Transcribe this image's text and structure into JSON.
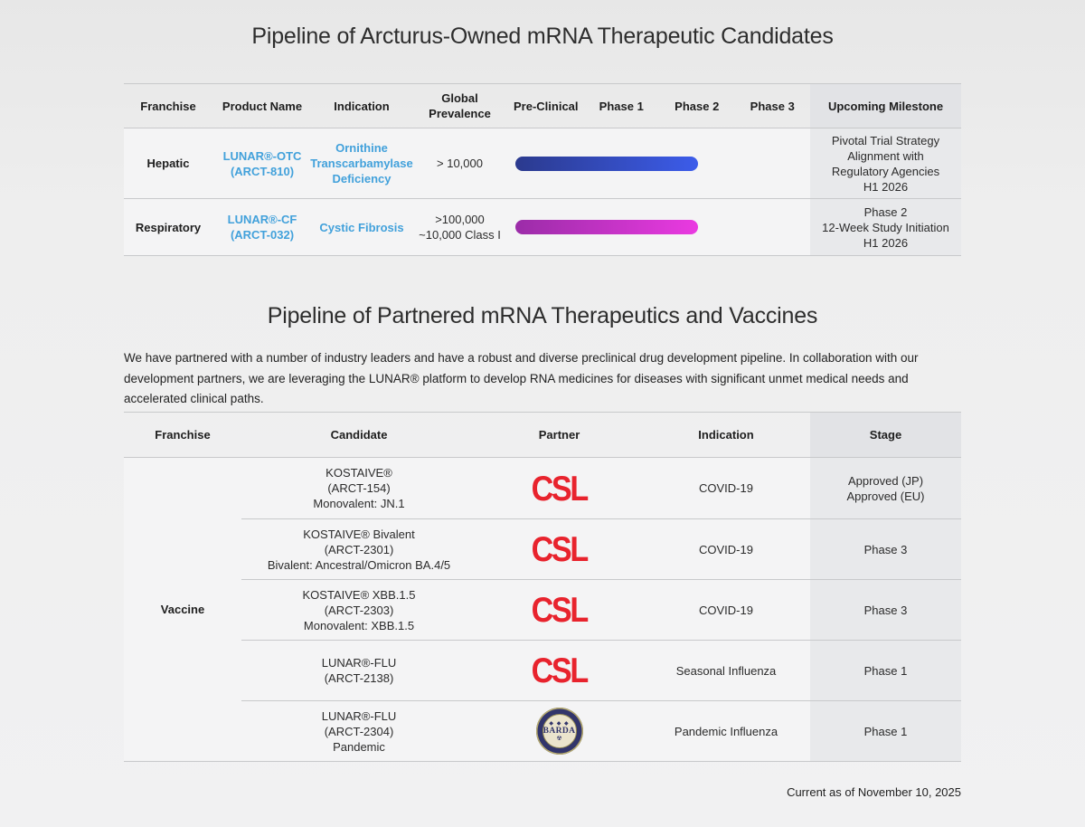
{
  "page": {
    "owned_title": "Pipeline of Arcturus-Owned mRNA Therapeutic Candidates",
    "partnered_title": "Pipeline of Partnered mRNA Therapeutics and Vaccines",
    "intro": "We have partnered with a number of industry leaders and have a robust and diverse preclinical drug development pipeline. In collaboration with our development partners, we are leveraging the LUNAR® platform to develop RNA medicines for diseases with significant unmet medical needs and accelerated clinical paths.",
    "footnote": "Current as of November 10, 2025"
  },
  "colors": {
    "product_blue": "#42A1DB",
    "csl_red": "#E8232D",
    "barda_navy": "#32356B",
    "barda_cream": "#EBE4CD"
  },
  "owned_pipeline": {
    "headers": {
      "franchise": "Franchise",
      "product": "Product Name",
      "indication": "Indication",
      "prevalence": "Global\nPrevalence",
      "phases": [
        "Pre-Clinical",
        "Phase 1",
        "Phase 2",
        "Phase 3"
      ],
      "milestone": "Upcoming Milestone"
    },
    "rows": [
      {
        "franchise": "Hepatic",
        "product": "LUNAR®-OTC\n(ARCT-810)",
        "indication": "Ornithine\nTranscarbamylase\nDeficiency",
        "prevalence": "> 10,000",
        "bar": {
          "from": "#2B3A8E",
          "to": "#3C5CEA",
          "span": "Pre-Clinical to mid Phase 2"
        },
        "milestone": "Pivotal Trial Strategy\nAlignment with\nRegulatory Agencies\nH1 2026"
      },
      {
        "franchise": "Respiratory",
        "product": "LUNAR®-CF\n(ARCT-032)",
        "indication": "Cystic Fibrosis",
        "prevalence": ">100,000\n~10,000 Class I",
        "bar": {
          "from": "#9B2CA8",
          "to": "#EA3AE1",
          "span": "Pre-Clinical to mid Phase 2"
        },
        "milestone": "Phase 2\n12-Week Study Initiation\nH1 2026"
      }
    ]
  },
  "partnered_pipeline": {
    "headers": {
      "franchise": "Franchise",
      "candidate": "Candidate",
      "partner": "Partner",
      "indication": "Indication",
      "stage": "Stage"
    },
    "franchise": "Vaccine",
    "rows": [
      {
        "candidate": "KOSTAIVE®\n(ARCT-154)\nMonovalent: JN.1",
        "partner": "CSL",
        "indication": "COVID-19",
        "stage": "Approved (JP)\nApproved (EU)"
      },
      {
        "candidate": "KOSTAIVE® Bivalent\n(ARCT-2301)\nBivalent: Ancestral/Omicron BA.4/5",
        "partner": "CSL",
        "indication": "COVID-19",
        "stage": "Phase 3"
      },
      {
        "candidate": "KOSTAIVE® XBB.1.5\n(ARCT-2303)\nMonovalent: XBB.1.5",
        "partner": "CSL",
        "indication": "COVID-19",
        "stage": "Phase 3"
      },
      {
        "candidate": "LUNAR®-FLU\n(ARCT-2138)",
        "partner": "CSL",
        "indication": "Seasonal Influenza",
        "stage": "Phase 1"
      },
      {
        "candidate": "LUNAR®-FLU\n(ARCT-2304)\nPandemic",
        "partner": "BARDA",
        "indication": "Pandemic Influenza",
        "stage": "Phase 1"
      }
    ],
    "barda_seal": {
      "name": "BARDA",
      "emblems_top": "◆ ◆ ◆",
      "emblems_bottom": "☢"
    }
  }
}
